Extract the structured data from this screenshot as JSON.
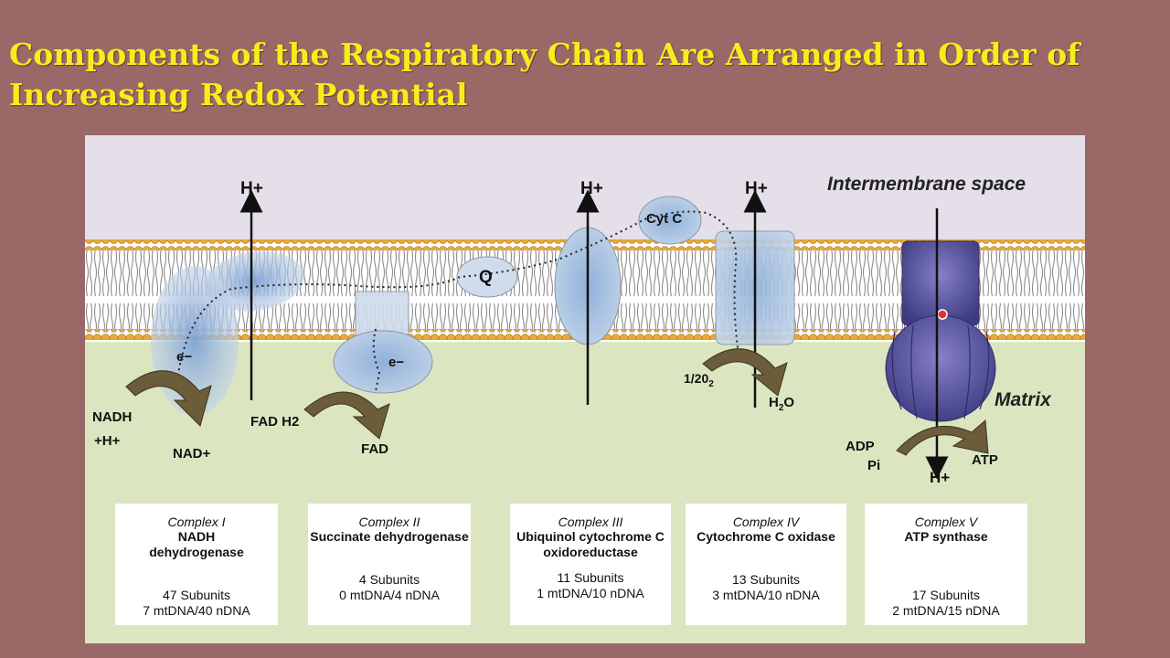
{
  "title": "Components of the Respiratory Chain Are Arranged in Order of Increasing Redox Potential",
  "diagram": {
    "intermembrane_space": "Intermembrane space",
    "matrix": "Matrix",
    "h_plus": "H+",
    "cyt_c": "Cyt C",
    "q": "Q",
    "electron": "e−",
    "nadh": "NADH",
    "nadh_h": "+H+",
    "nad": "NAD+",
    "fadh2": "FAD H2",
    "fad": "FAD",
    "half_o2": "1/20",
    "half_o2_sub": "2",
    "h2o": "H",
    "h2o_sub": "2",
    "h2o_o": "O",
    "adp": "ADP",
    "pi": "Pi",
    "atp": "ATP"
  },
  "complexes": [
    {
      "number": "Complex I",
      "name": "NADH dehydrogenase",
      "subunits": "47 Subunits",
      "dna": "7 mtDNA/40 nDNA"
    },
    {
      "number": "Complex II",
      "name": "Succinate dehydrogenase",
      "subunits": "4 Subunits",
      "dna": "0 mtDNA/4 nDNA"
    },
    {
      "number": "Complex III",
      "name": "Ubiquinol cytochrome C oxidoreductase",
      "subunits": "11 Subunits",
      "dna": "1 mtDNA/10 nDNA"
    },
    {
      "number": "Complex IV",
      "name": "Cytochrome C oxidase",
      "subunits": "13 Subunits",
      "dna": "3 mtDNA/10 nDNA"
    },
    {
      "number": "Complex V",
      "name": "ATP synthase",
      "subunits": "17 Subunits",
      "dna": "2 mtDNA/15 nDNA"
    }
  ],
  "colors": {
    "background": "#9b6868",
    "title": "#f7ec1c",
    "intermembrane": "#e4dfe8",
    "matrix": "#dbe6c1",
    "lipid_head": "#e8a93a",
    "protein": "#a9c3de",
    "atp_synthase": "#5e5aa6",
    "arrow": "#6b5c3a"
  }
}
